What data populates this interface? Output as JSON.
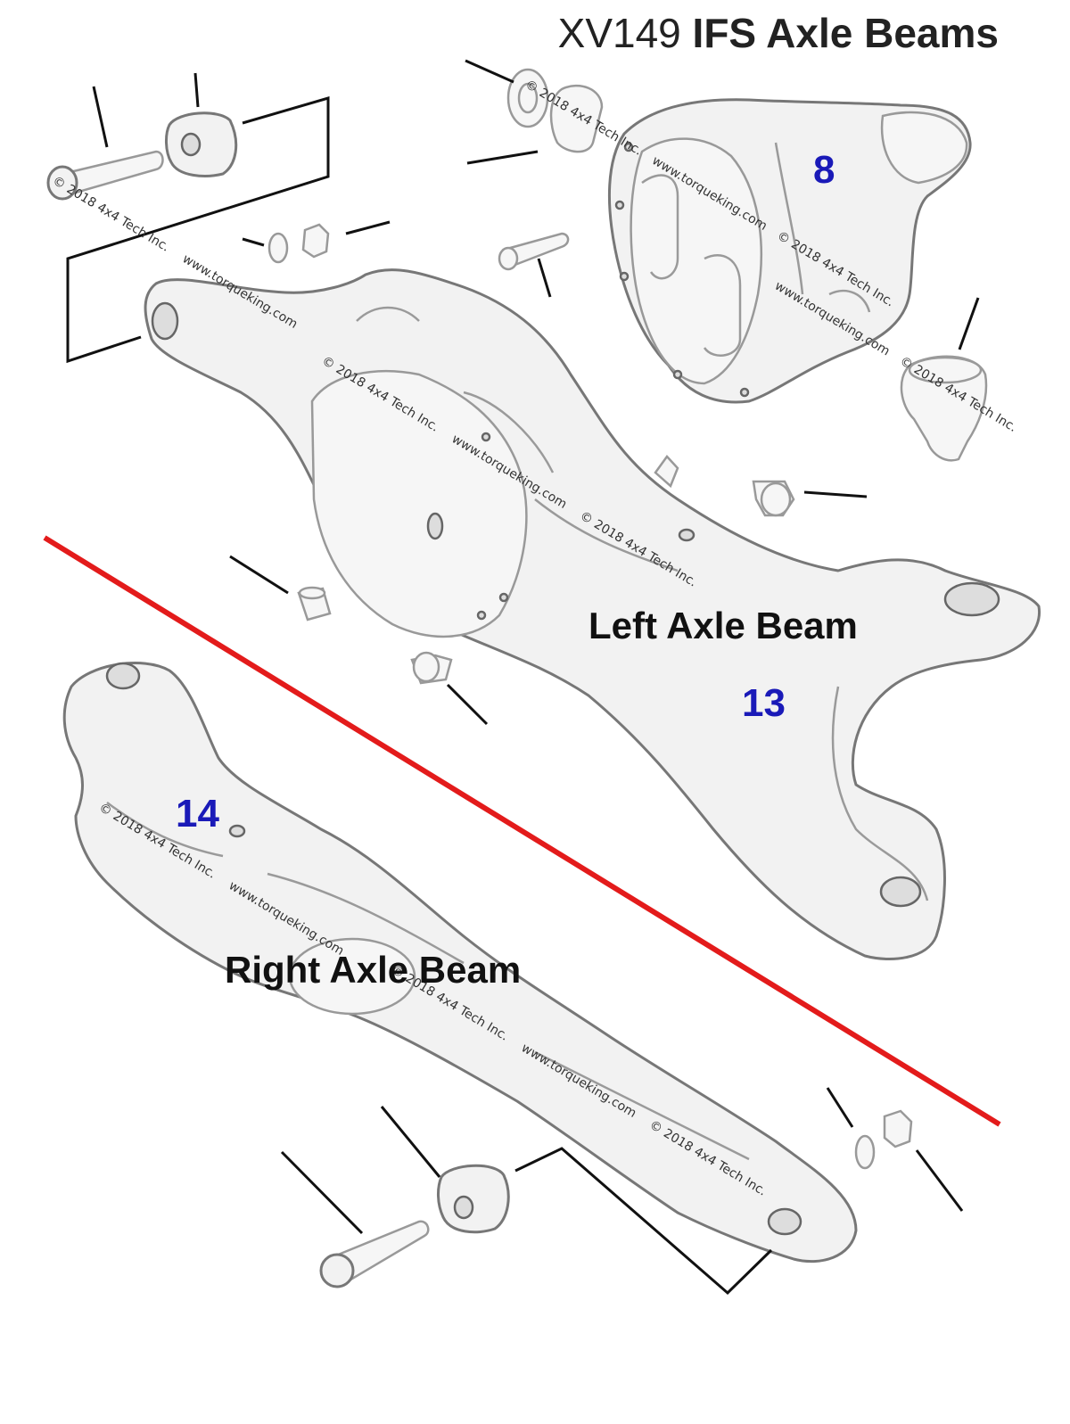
{
  "title": {
    "prefix": "XV149 ",
    "bold": "IFS Axle Beams"
  },
  "callouts": {
    "diff_housing": "8",
    "left_beam": "13",
    "right_beam": "14"
  },
  "labels": {
    "left": "Left Axle Beam",
    "right": "Right Axle Beam"
  },
  "watermark": {
    "copyright": "© 2018 4x4 Tech Inc.",
    "url": "www.torqueking.com"
  },
  "colors": {
    "divider": "#e31b1b",
    "callout": "#1a1ab8"
  }
}
